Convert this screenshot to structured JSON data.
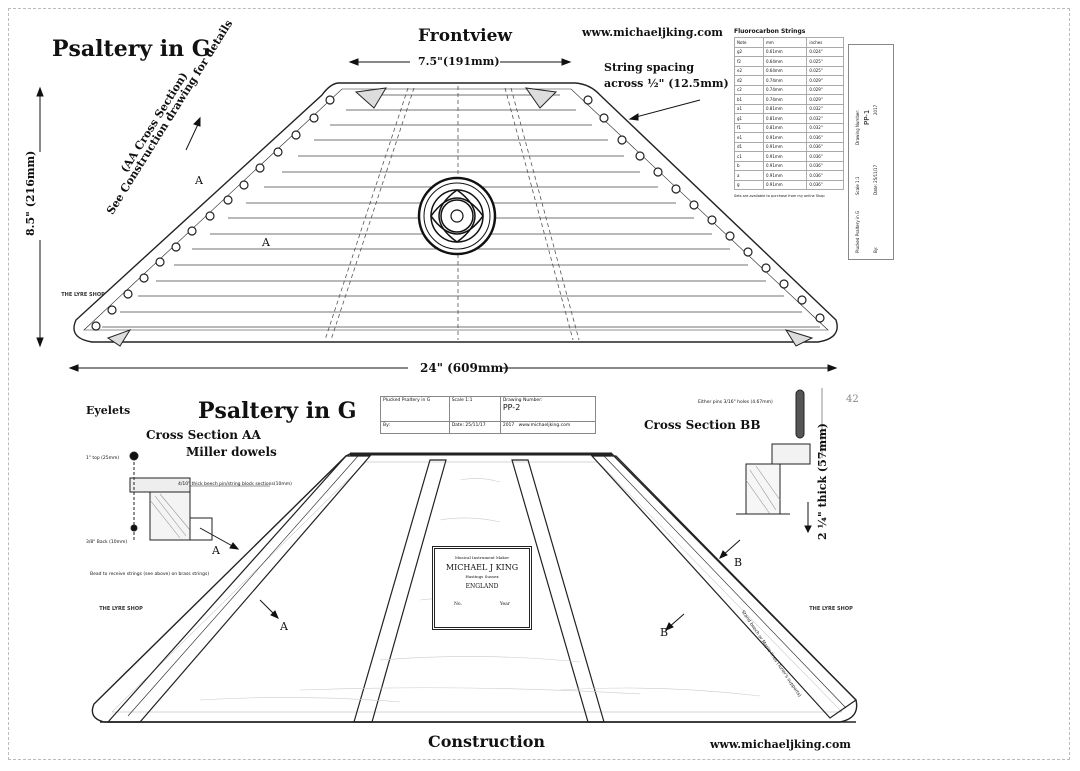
{
  "top": {
    "title": "Psaltery in G",
    "view_label": "Frontview",
    "website": "www.michaeljking.com",
    "dim_top": "7.5\"(191mm)",
    "dim_height": "8.5\" (216mm)",
    "dim_bottom": "24\" (609mm)",
    "spacing_note": "String spacing across ½\" (12.5mm)",
    "cross_section_note": "(AA Cross Section)",
    "see_note": "See Construction drawing for details",
    "section_mark": "A",
    "shop_name": "THE LYRE SHOP"
  },
  "strings_table": {
    "title": "Fluorocarbon Strings",
    "headers": [
      "Note",
      "mm",
      "inches"
    ],
    "rows": [
      [
        "g2",
        "0.61mm",
        "0.024\""
      ],
      [
        "f2",
        "0.64mm",
        "0.025\""
      ],
      [
        "e2",
        "0.64mm",
        "0.025\""
      ],
      [
        "d2",
        "0.74mm",
        "0.029\""
      ],
      [
        "c2",
        "0.74mm",
        "0.029\""
      ],
      [
        "b1",
        "0.74mm",
        "0.029\""
      ],
      [
        "a1",
        "0.81mm",
        "0.032\""
      ],
      [
        "g1",
        "0.81mm",
        "0.032\""
      ],
      [
        "f1",
        "0.81mm",
        "0.032\""
      ],
      [
        "e1",
        "0.91mm",
        "0.036\""
      ],
      [
        "d1",
        "0.91mm",
        "0.036\""
      ],
      [
        "c1",
        "0.91mm",
        "0.036\""
      ],
      [
        "b",
        "0.91mm",
        "0.036\""
      ],
      [
        "a",
        "0.91mm",
        "0.036\""
      ],
      [
        "g",
        "0.91mm",
        "0.036\""
      ]
    ],
    "footnote": "Sets are available to purchase from my online Shop"
  },
  "side_box": {
    "title": "Plucked Psaltery in G",
    "scale": "Scale 1:1",
    "drawing_number_label": "Drawing Number:",
    "drawing_number": "PP-1",
    "date": "Date: 25/11/17",
    "year": "2017",
    "by": "By:"
  },
  "bottom": {
    "title": "Psaltery in G",
    "view_label": "Construction",
    "website": "www.michaeljking.com",
    "eyelets": "Eyelets",
    "cross_aa": "Cross Section AA",
    "miller": "Miller dowels",
    "cross_bb": "Cross Section BB",
    "thick": "2 ¼\" thick (57mm)",
    "either_pins": "Either pins 3/16\" holes (4.67mm)",
    "pin_note": "4/10\" thick beech pin/string block sections(10mm)",
    "dowel_note": "Bead to receive strings (see above) on brass strings)",
    "top_note": "1\" top (25mm)",
    "back_note": "3/8\" Back (10mm)",
    "section_a": "A",
    "section_b": "B",
    "corner_mark": "42",
    "side_label_note": "Stand beech or Maple lines (Tuner's supports)"
  },
  "title_block": {
    "name": "Plucked Psaltery in G",
    "scale": "Scale 1:1",
    "drawing_number_label": "Drawing Number:",
    "drawing_number": "PP-2",
    "by": "By:",
    "date": "Date: 25/11/17",
    "year": "2017",
    "site": "www.michaeljking.com"
  },
  "label": {
    "top_line": "Musical Instrument Maker",
    "name": "MICHAEL J KING",
    "sub": "Hastings Sussex",
    "country": "ENGLAND",
    "no": "No.",
    "year": "Year"
  }
}
